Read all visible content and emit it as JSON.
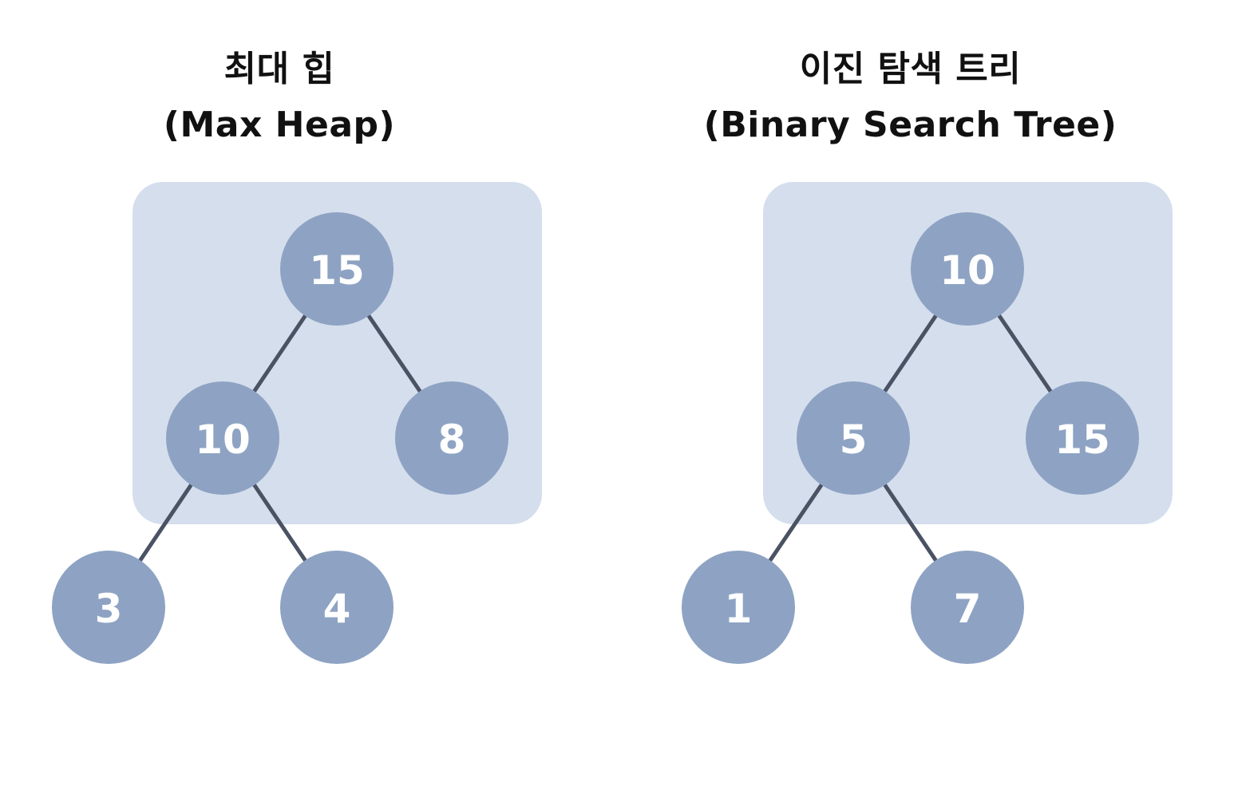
{
  "left": {
    "title_ko": "최대 힙",
    "title_en": "(Max Heap)",
    "nodes": [
      {
        "id": "root",
        "value": "15"
      },
      {
        "id": "left",
        "value": "10"
      },
      {
        "id": "right",
        "value": "8"
      },
      {
        "id": "left-left",
        "value": "3"
      },
      {
        "id": "left-right",
        "value": "4"
      }
    ],
    "edges": [
      [
        "root",
        "left"
      ],
      [
        "root",
        "right"
      ],
      [
        "left",
        "left-left"
      ],
      [
        "left",
        "left-right"
      ]
    ]
  },
  "right": {
    "title_ko": "이진 탐색 트리",
    "title_en": "(Binary Search Tree)",
    "nodes": [
      {
        "id": "root",
        "value": "10"
      },
      {
        "id": "left",
        "value": "5"
      },
      {
        "id": "right",
        "value": "15"
      },
      {
        "id": "left-left",
        "value": "1"
      },
      {
        "id": "left-right",
        "value": "7"
      }
    ],
    "edges": [
      [
        "root",
        "left"
      ],
      [
        "root",
        "right"
      ],
      [
        "left",
        "left-left"
      ],
      [
        "left",
        "left-right"
      ]
    ]
  },
  "colors": {
    "node_fill": "#8ea3c3",
    "node_text": "#ffffff",
    "edge": "#4a5264",
    "highlight": "#d5deed",
    "title_text": "#111111"
  }
}
